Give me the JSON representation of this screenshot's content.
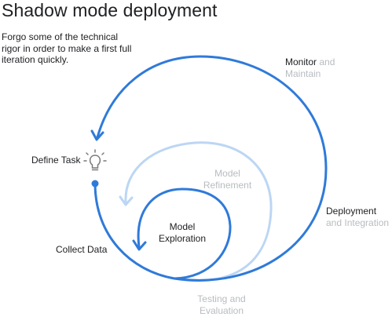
{
  "title": "Shadow mode deployment",
  "subtitle": "Forgo some of the technical rigor in order to make a first full iteration quickly.",
  "colors": {
    "active": "#2f7ad9",
    "faded": "#bcd6f4",
    "faded_text": "#b8bcc0",
    "bulb": "#7a7a7a"
  },
  "labels": {
    "monitor_dark": "Monitor",
    "monitor_faded": "and",
    "monitor_line2": "Maintain",
    "define_task": "Define Task",
    "model_refinement_1": "Model",
    "model_refinement_2": "Refinement",
    "model_exploration_1": "Model",
    "model_exploration_2": "Exploration",
    "deployment_dark": "Deployment",
    "deployment_faded": "and Integration",
    "collect_data": "Collect Data",
    "testing_1": "Testing and",
    "testing_2": "Evaluation"
  },
  "icons": [
    "lightbulb-icon",
    "start-dot-icon",
    "arrowhead-icon"
  ]
}
